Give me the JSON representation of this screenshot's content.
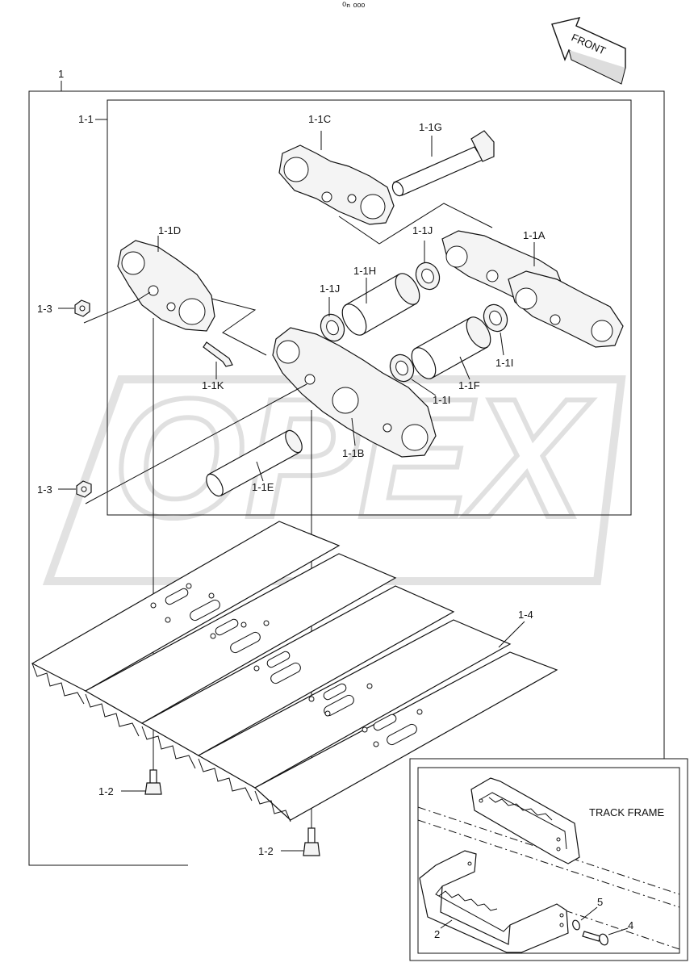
{
  "header": {
    "top_mark": "⁰ⁿ ᵒᵒᵒ"
  },
  "front_arrow": {
    "label": "FRONT"
  },
  "watermark": {
    "text": "OPEX"
  },
  "callouts": {
    "c1": "1",
    "c1_1": "1-1",
    "c1_1A": "1-1A",
    "c1_1B": "1-1B",
    "c1_1C": "1-1C",
    "c1_1D": "1-1D",
    "c1_1E": "1-1E",
    "c1_1F": "1-1F",
    "c1_1G": "1-1G",
    "c1_1H": "1-1H",
    "c1_1I_a": "1-1I",
    "c1_1I_b": "1-1I",
    "c1_1J_a": "1-1J",
    "c1_1J_b": "1-1J",
    "c1_1K": "1-1K",
    "c1_2a": "1-2",
    "c1_2b": "1-2",
    "c1_3a": "1-3",
    "c1_3b": "1-3",
    "c1_4": "1-4",
    "c2": "2",
    "c4": "4",
    "c5": "5"
  },
  "inset": {
    "title": "TRACK FRAME"
  }
}
